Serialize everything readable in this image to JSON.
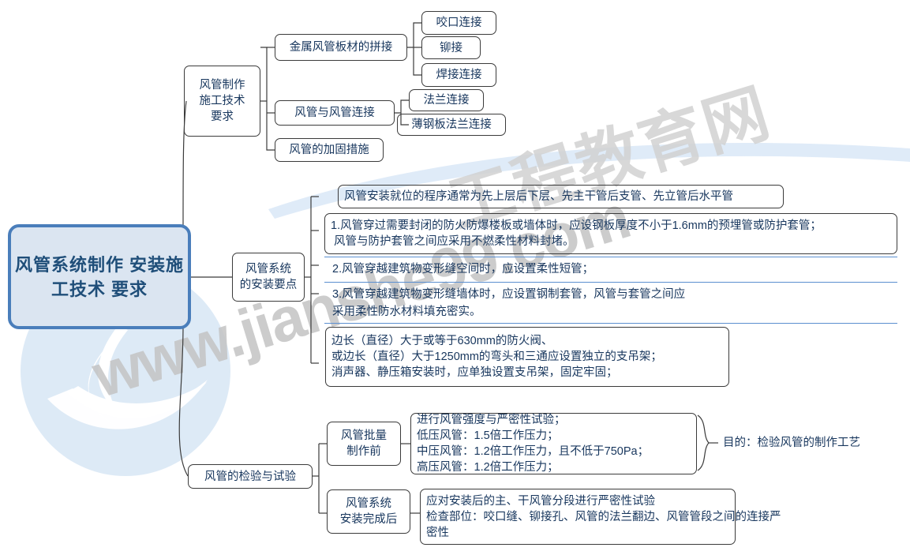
{
  "meta": {
    "title": "风管系统制作安装施工技术要求",
    "accent_border": "#4a7ebb",
    "accent_fill": "#dbe5f1",
    "text_color": "#17365d",
    "line_color": "#3b3b3b",
    "rule_color": "#5b8fd0"
  },
  "watermark": {
    "url_text": "www.jianshe99.com",
    "cn_text": "工程教育网"
  },
  "root": {
    "label": "风管系统制作\n安装施工技术\n要求"
  },
  "branches": [
    {
      "id": "fabrication",
      "label": "风管制作\n施工技术\n要求",
      "children": [
        {
          "label": "金属风管板材的拼接",
          "children": [
            {
              "label": "咬口连接"
            },
            {
              "label": "铆接"
            },
            {
              "label": "焊接连接"
            }
          ]
        },
        {
          "label": "风管与风管连接",
          "children": [
            {
              "label": "法兰连接"
            },
            {
              "label": "薄钢板法兰连接"
            }
          ]
        },
        {
          "label": "风管的加固措施",
          "children": []
        }
      ]
    },
    {
      "id": "installation",
      "label": "风管系统\n的安装要点",
      "children": [
        {
          "label": "风管安装就位的程序通常为先上层后下层、先主干管后支管、先立管后水平管"
        },
        {
          "label": "1.风管穿过需要封闭的防火防爆楼板或墙体时，应设钢板厚度不小于1.6mm的预埋管或防护套管；\n 风管与防护套管之间应采用不燃柔性材料封堵。"
        },
        {
          "label": "2.风管穿越建筑物变形缝空间时，应设置柔性短管；"
        },
        {
          "label": "3.风管穿越建筑物变形缝墙体时，应设置钢制套管，风管与套管之间应\n采用柔性防水材料填充密实。"
        },
        {
          "label": "边长（直径）大于或等于630mm的防火阀、\n或边长（直径）大于1250mm的弯头和三通应设置独立的支吊架；\n消声器、静压箱安装时，应单独设置支吊架，固定牢固；"
        }
      ]
    },
    {
      "id": "inspection",
      "label": "风管的检验与试验",
      "children": [
        {
          "label": "风管批量\n制作前",
          "detail": "进行风管强度与严密性试验；\n低压风管：1.5倍工作压力；\n中压风管：1.2倍工作压力，且不低于750Pa；\n高压风管：1.2倍工作压力；",
          "purpose": "目的：检验风管的制作工艺"
        },
        {
          "label": "风管系统\n安装完成后",
          "detail": "应对安装后的主、干风管分段进行严密性试验\n检查部位：咬口缝、铆接孔、风管的法兰翻边、风管管段之间的连接严\n密性"
        }
      ]
    }
  ]
}
